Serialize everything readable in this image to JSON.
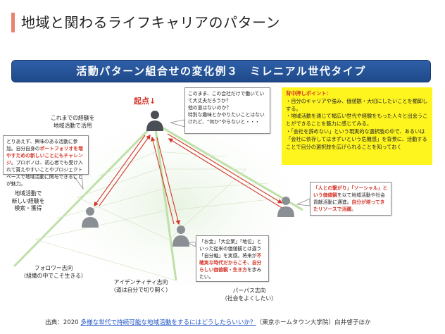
{
  "header": {
    "title": "地域と関わるライフキャリアのパターン"
  },
  "banner": {
    "title": "活動パターン組合せの変化例３　ミレニアル世代タイプ"
  },
  "diagram": {
    "origin_label": "起点↓",
    "experience_label": [
      "これまでの経験を",
      "地域活動で活用"
    ],
    "new_experience_label": [
      "地域活動で",
      "新しい経験を",
      "模索・獲得"
    ],
    "axis_follower": [
      "フォロワー志向",
      "（組織の中でこそ生きる）"
    ],
    "axis_identity": [
      "アイデンティティ志向",
      "（道は自分で切り開く）"
    ],
    "axis_purpose": [
      "パーパス志向",
      "（社会をよくしたい）"
    ]
  },
  "bubbles": {
    "top": [
      "このまま、この会社だけで働いていて大丈夫だろうか？",
      "他の道はないのか？",
      "特別な趣味とかやりたいことはないけれど、“何か”やらないと・・・"
    ],
    "left": {
      "pre": "とりあえず、興味のある活動に参加。自分自身の",
      "red": "ポートフォリオを増やすための新しいことにもチャレンジ",
      "post": "。プロボノは、初心者でも受け入れて貰えやすいことやプロジェクトベースで地域活動に関与できることが魅力。"
    },
    "bottom": {
      "pre": "「お金」「大企業」「地位」といった従来の価値観とは違う「自分軸」を実感。将来が",
      "red": "不確実な時代だからこそ、自分らしい価値観・生き方",
      "post": "を歩みたい。"
    },
    "right": {
      "red1": "「人との繋がり」「ソーシャル」という価値観",
      "mid": "を以て地域活動や社会貢献活動に邁進。",
      "red2": "自分が培ってきたリソースで活躍",
      "end": "。"
    }
  },
  "points": {
    "heading": "背中押しポイント：",
    "items": [
      "・自分のキャリアや強み、価値観・大切にしたいことを棚卸しする。",
      "・地域活動を通じて幅広い世代や経験をもった人々と出会うことができることを魅力に感じてみる。",
      "・「会社を辞めない」という現実的な選択肢の中で、あるいは「会社に依存してはまずいという危機感」を背景に、活動することで自分の選択肢を広げられることを知っておく"
    ]
  },
  "footer": {
    "prefix": "出典：2020 ",
    "link": "多様な世代で持続可能な地域活動をするにはどうしたらいいか？",
    "suffix": "（東京ホームタウン大学院）白井啓子ほか"
  },
  "colors": {
    "banner": "#2e5fa8",
    "accent_red": "#d4362a",
    "points_yellow": "#fff51e",
    "figure_gray": "#8a8f94",
    "title_bar": "#e8836e"
  }
}
